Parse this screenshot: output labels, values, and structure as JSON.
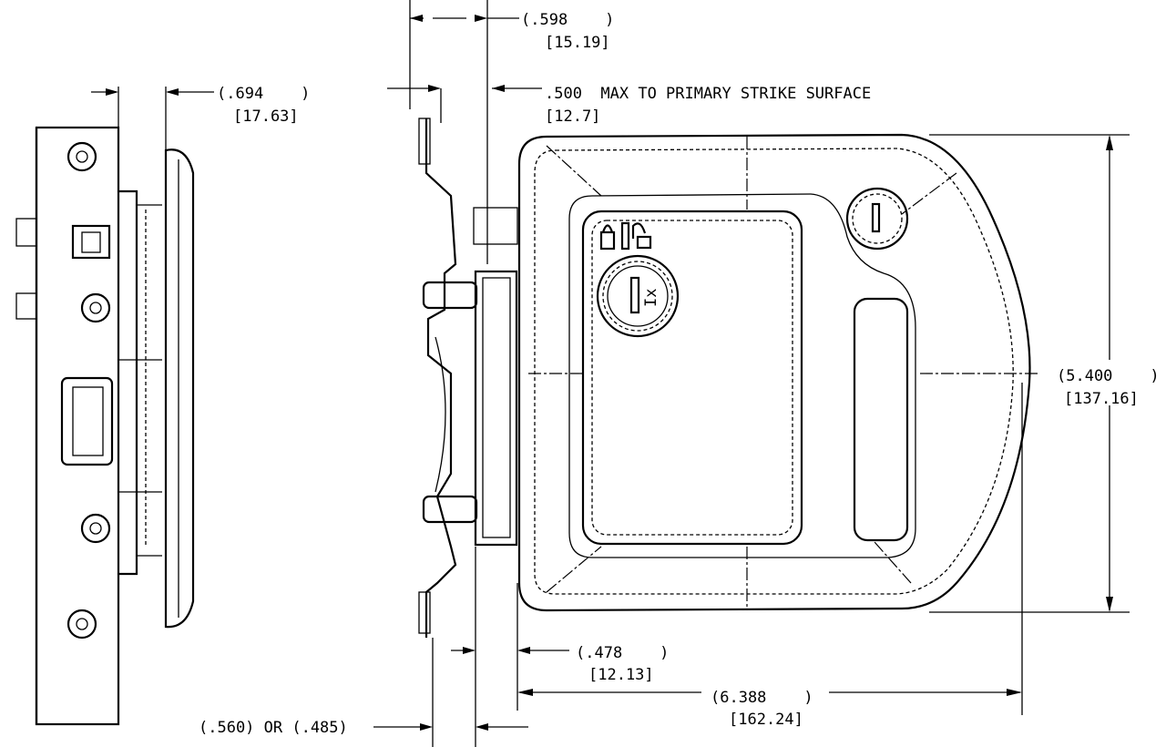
{
  "drawing": {
    "dimensions": {
      "d598": {
        "in": "(.598    )",
        "mm": "[15.19]"
      },
      "d694": {
        "in": "(.694    )",
        "mm": "[17.63]"
      },
      "d500": {
        "in": ".500  MAX TO PRIMARY STRIKE SURFACE",
        "mm": "[12.7]"
      },
      "d5400": {
        "in": "(5.400    )",
        "mm": "[137.16]"
      },
      "d478": {
        "in": "(.478    )",
        "mm": "[12.13]"
      },
      "d6388": {
        "in": "(6.388    )",
        "mm": "[162.24]"
      },
      "d560": {
        "in": "(.560) OR (.485)"
      }
    },
    "key_symbol": "Ix"
  }
}
